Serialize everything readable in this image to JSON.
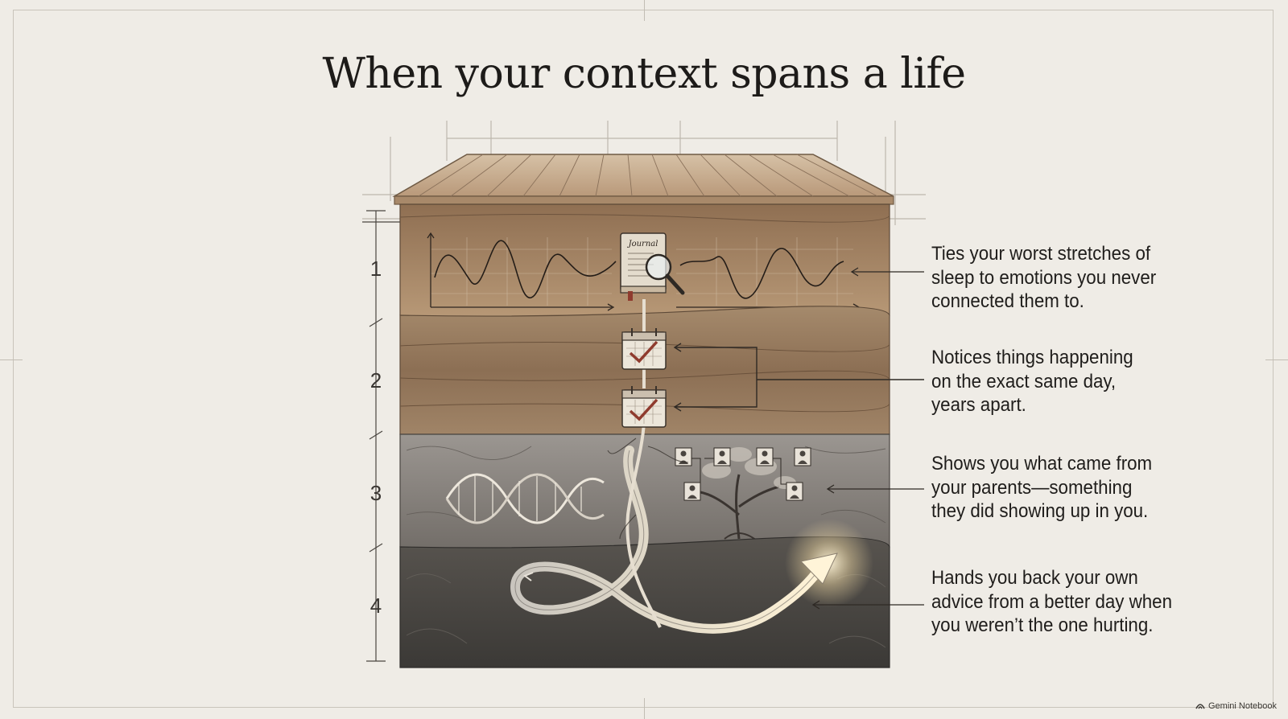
{
  "title": "When your context spans a life",
  "layers": [
    {
      "number": "1",
      "description_lines": [
        "Ties your worst stretches of",
        "sleep to emotions you never",
        "connected them to."
      ],
      "icon": "journal-magnifier-icon",
      "journal_label": "Journal"
    },
    {
      "number": "2",
      "description_lines": [
        "Notices things happening",
        "on the exact same day,",
        "years apart."
      ],
      "icon": "calendar-check-icon"
    },
    {
      "number": "3",
      "description_lines": [
        "Shows you what came from",
        "your parents—something",
        "they did showing up in you."
      ],
      "icon": "family-tree-icon"
    },
    {
      "number": "4",
      "description_lines": [
        "Hands you back your own",
        "advice from a better day when",
        "you weren’t the one hurting."
      ],
      "icon": "glowing-arrow-icon"
    }
  ],
  "brand": "Gemini Notebook",
  "colors": {
    "background": "#efece6",
    "wood": "#c4a98a",
    "layer1": "#a98a6a",
    "layer2": "#9c8063",
    "layer3": "#8a8580",
    "layer4": "#4b4845",
    "ink": "#1f1d1b"
  }
}
